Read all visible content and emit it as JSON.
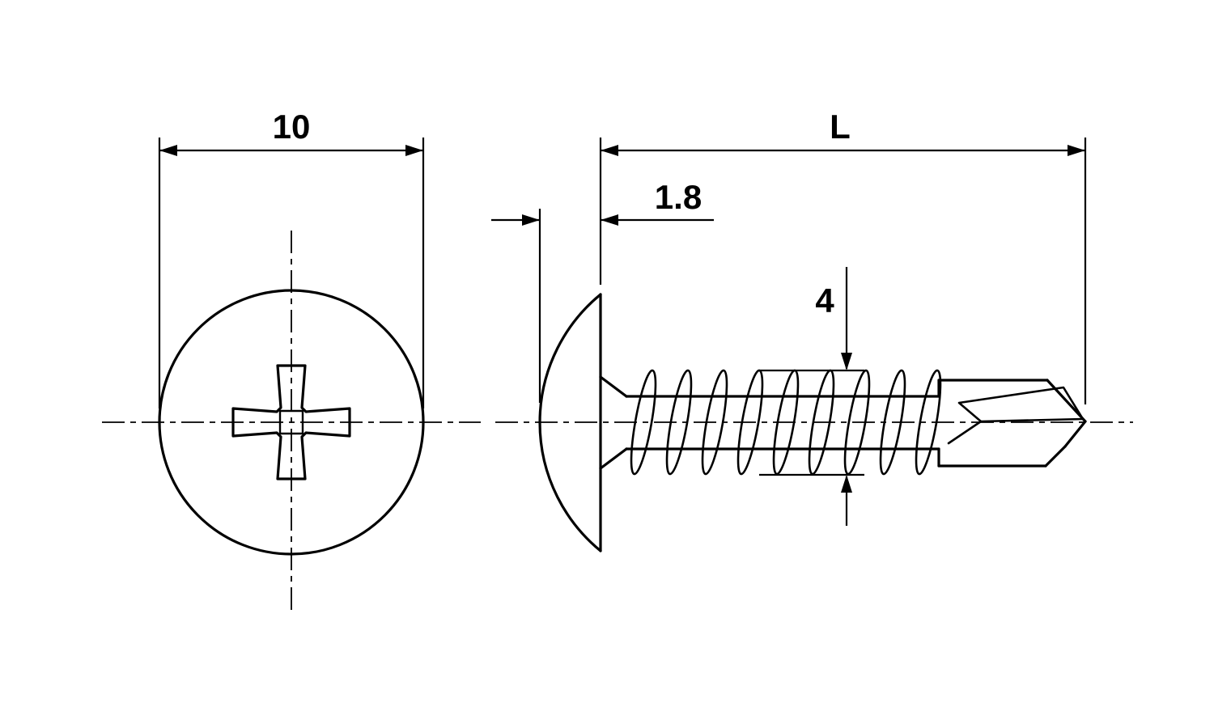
{
  "page": {
    "background": "#ffffff",
    "line_color": "#000000"
  },
  "dimensions": {
    "head_diameter": "10",
    "overall_length": "L",
    "head_height": "1.8",
    "thread_diameter": "4"
  }
}
